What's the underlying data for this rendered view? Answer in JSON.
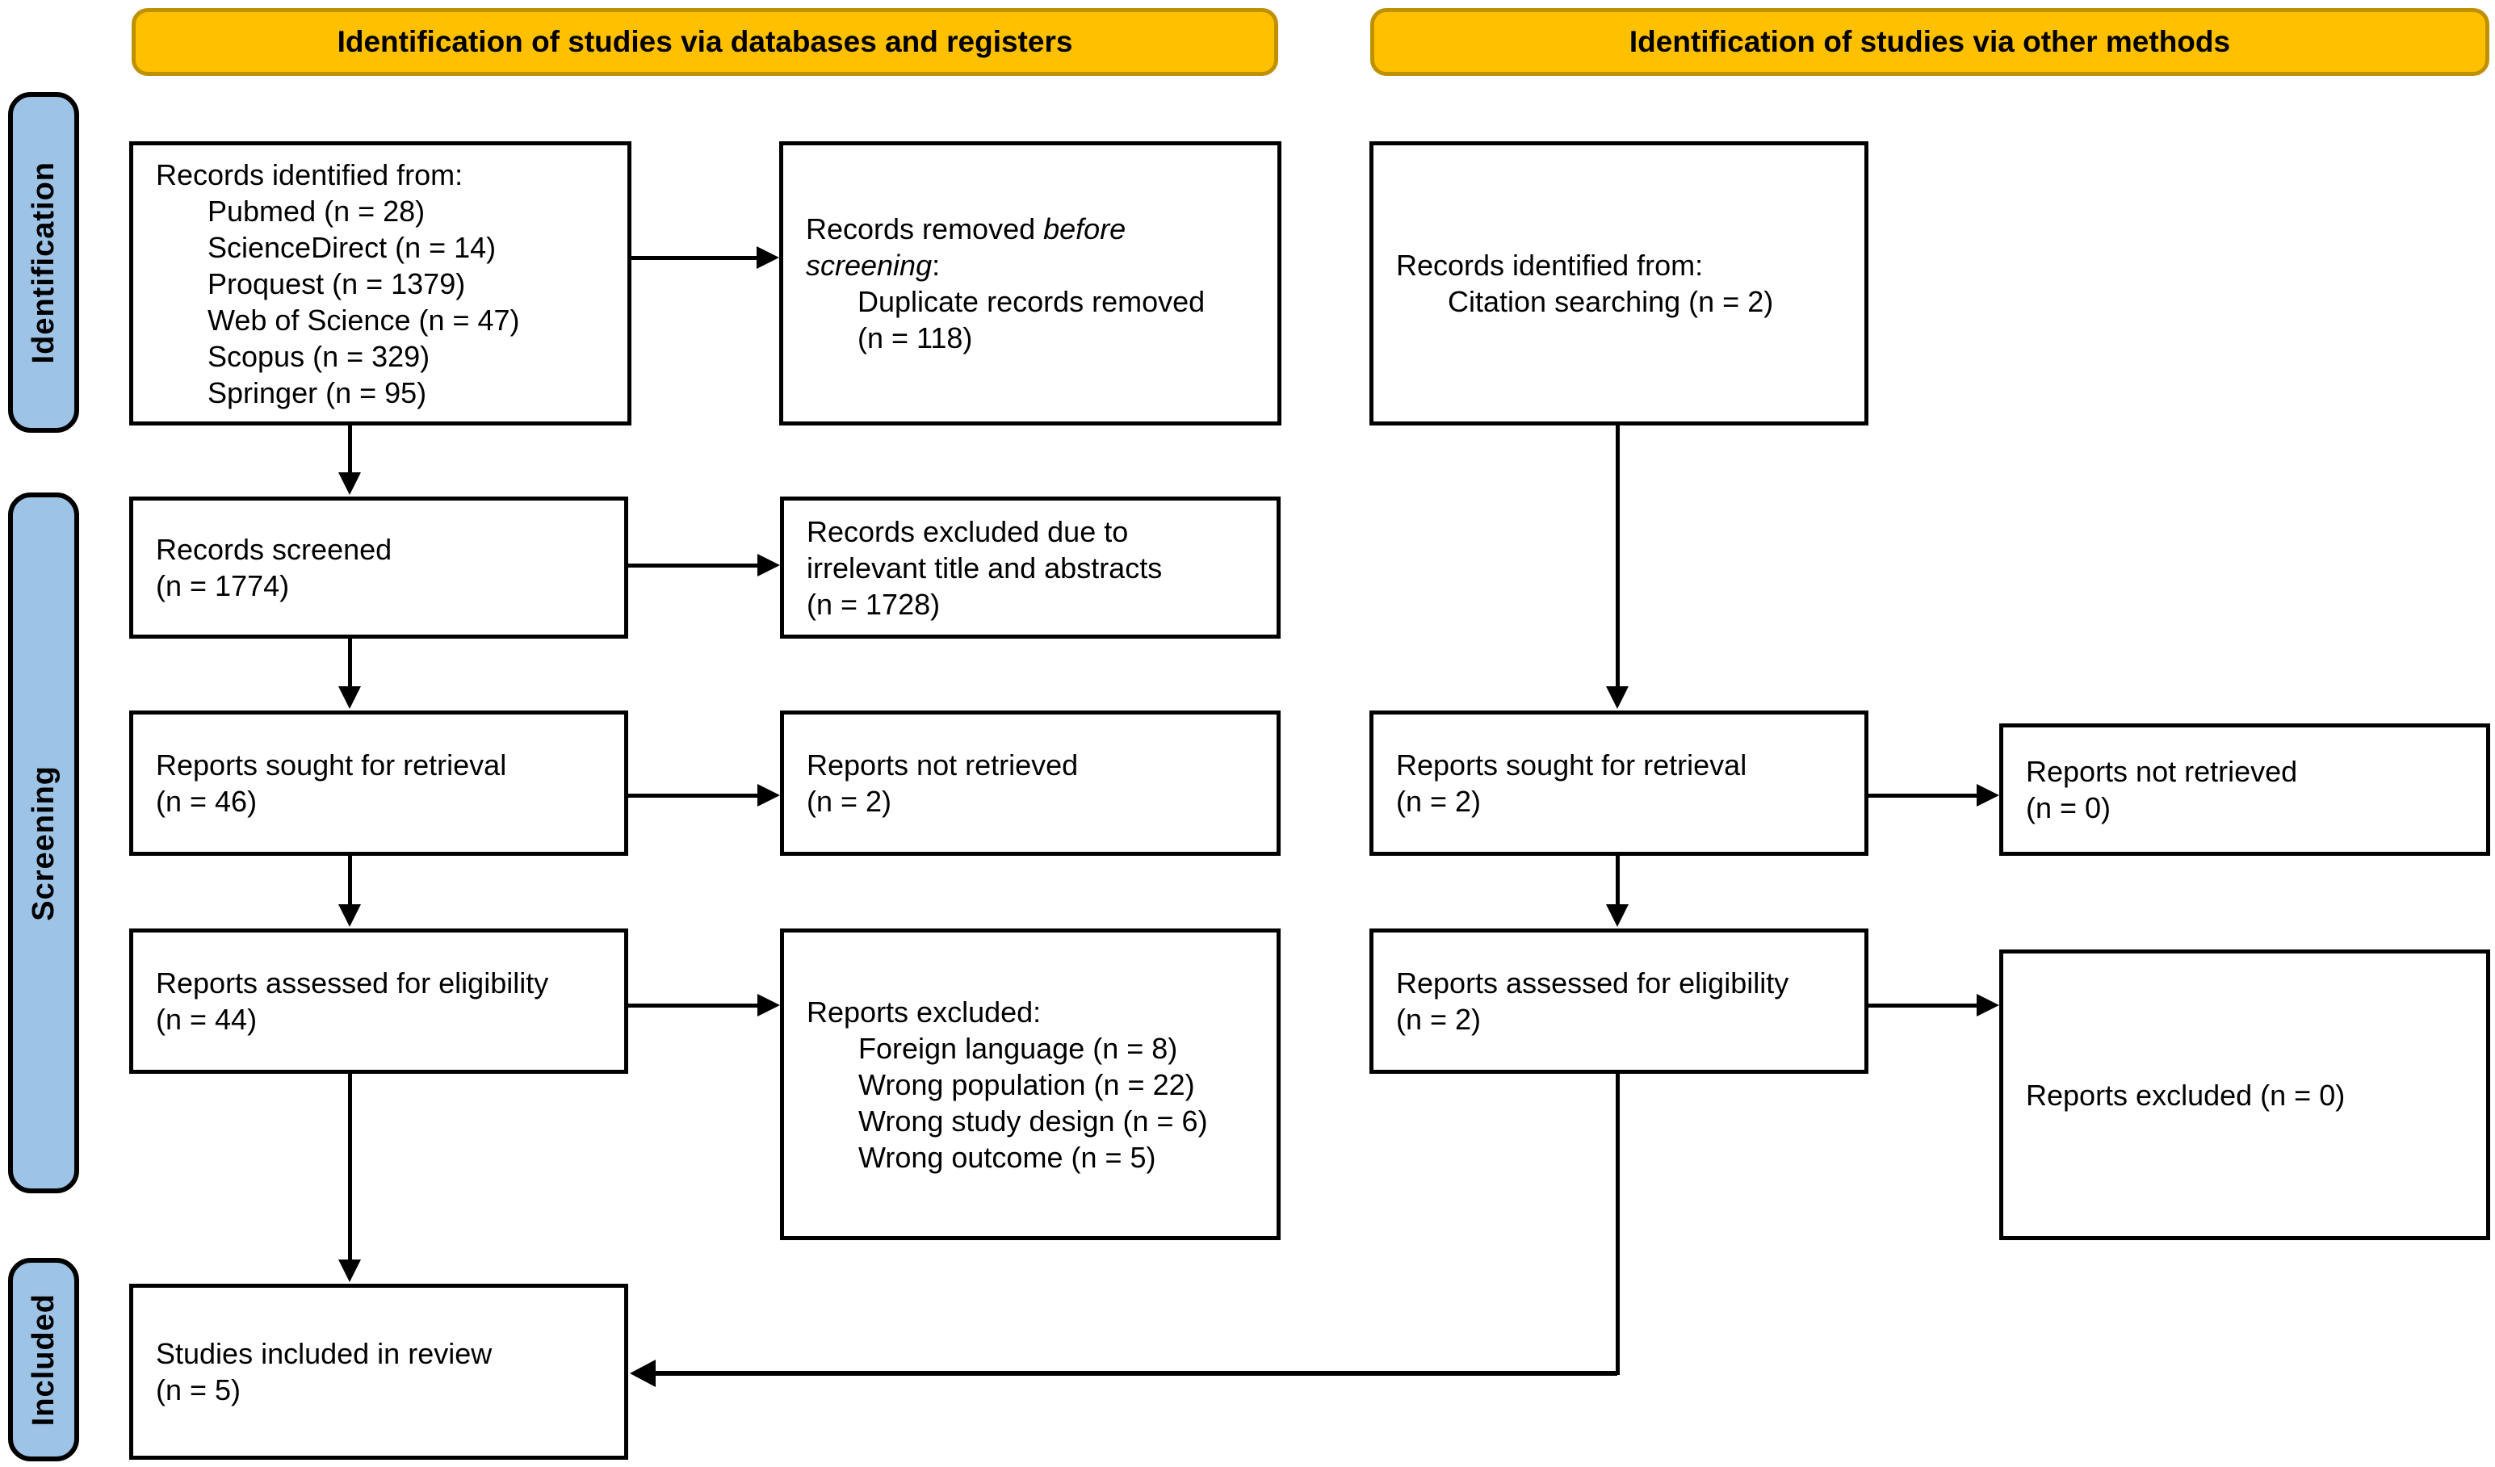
{
  "headers": {
    "databases": "Identification of studies via databases and registers",
    "other": "Identification of studies via other methods"
  },
  "stages": {
    "identification": "Identification",
    "screening": "Screening",
    "included": "Included"
  },
  "colors": {
    "banner_bg": "#FFC000",
    "banner_border": "#BF9000",
    "stage_bg": "#9DC3E6",
    "box_border": "#000000"
  },
  "boxes": {
    "records_identified": {
      "title": "Records identified from:",
      "items": [
        "Pubmed (n = 28)",
        "ScienceDirect (n = 14)",
        "Proquest (n = 1379)",
        "Web of Science (n = 47)",
        "Scopus (n = 329)",
        "Springer (n = 95)"
      ]
    },
    "records_removed": {
      "line1_normal": "Records removed ",
      "line1_italic": "before",
      "line2_italic": "screening",
      "line2_suffix": ":",
      "items": [
        "Duplicate records removed",
        "(n = 118)"
      ]
    },
    "citation_identified": {
      "title": "Records identified from:",
      "items": [
        "Citation searching (n = 2)"
      ]
    },
    "records_screened": {
      "lines": [
        "Records screened",
        "(n = 1774)"
      ]
    },
    "records_excluded": {
      "lines": [
        "Records excluded due to",
        "irrelevant title and abstracts",
        "(n = 1728)"
      ]
    },
    "reports_sought": {
      "lines": [
        "Reports sought for retrieval",
        "(n = 46)"
      ]
    },
    "reports_not_retrieved": {
      "lines": [
        "Reports not retrieved",
        "(n = 2)"
      ]
    },
    "reports_sought_other": {
      "lines": [
        "Reports sought for retrieval",
        "(n = 2)"
      ]
    },
    "reports_not_retrieved_other": {
      "lines": [
        "Reports not retrieved",
        "(n = 0)"
      ]
    },
    "reports_assessed": {
      "lines": [
        "Reports assessed for eligibility",
        "(n = 44)"
      ]
    },
    "reports_excluded_list": {
      "title": "Reports excluded:",
      "items": [
        "Foreign language (n = 8)",
        "Wrong population (n = 22)",
        "Wrong study design (n = 6)",
        "Wrong outcome (n = 5)"
      ]
    },
    "reports_assessed_other": {
      "lines": [
        "Reports assessed for eligibility",
        "(n = 2)"
      ]
    },
    "reports_excluded_other": {
      "lines": [
        "Reports excluded (n = 0)"
      ]
    },
    "studies_included": {
      "lines": [
        "Studies included in review",
        "(n = 5)"
      ]
    }
  }
}
